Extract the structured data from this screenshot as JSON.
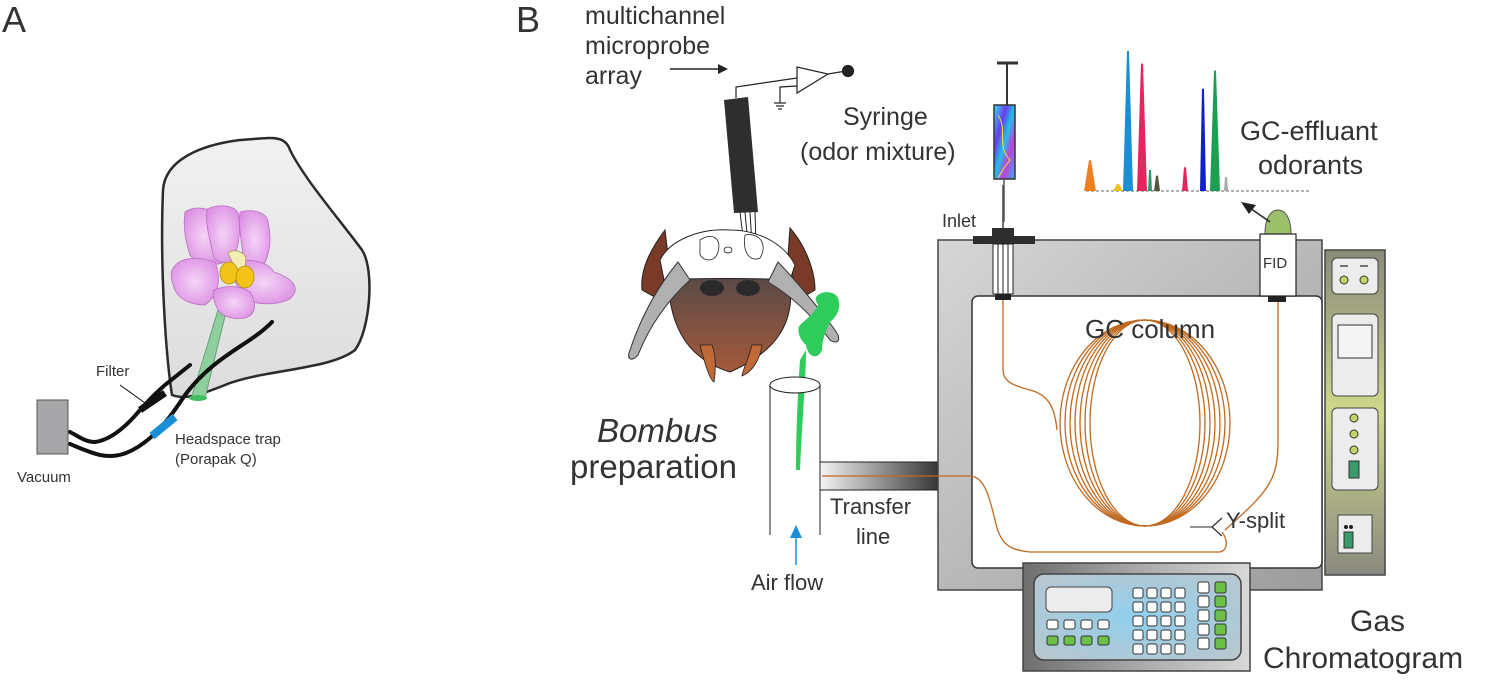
{
  "panel_a": {
    "letter": "A",
    "labels": {
      "filter": "Filter",
      "vacuum": "Vacuum",
      "trap_line1": "Headspace trap",
      "trap_line2": "(Porapak Q)"
    }
  },
  "panel_b": {
    "letter": "B",
    "labels": {
      "probe_line1": "multichannel",
      "probe_line2": "microprobe",
      "probe_line3": "array",
      "syringe_line1": "Syringe",
      "syringe_line2": "(odor mixture)",
      "inlet": "Inlet",
      "fid": "FID",
      "effluent_line1": "GC-effluant",
      "effluent_line2": "odorants",
      "gc_column": "GC column",
      "y_split": "Y-split",
      "bombus_italic": "Bombus",
      "bombus_line2": "preparation",
      "transfer_line1": "Transfer",
      "transfer_line2": "line",
      "air_flow": "Air flow",
      "gc_line1": "Gas",
      "gc_line2": "Chromatogram"
    },
    "colors": {
      "column": "#c06a20",
      "odor_plume": "#2ecc5a",
      "air_arrow": "#1a8fd6",
      "trap": "#1a8fd6",
      "flower": "#e7a6ec",
      "anther": "#f2c418",
      "key_green": "#6cc04a",
      "panel_blue": "#8fd0ee",
      "oven_gray": "#b8b8b8"
    },
    "chromatogram_peaks": [
      {
        "color": "#f07f1e",
        "rel_height": 0.22
      },
      {
        "color": "#f2c418",
        "rel_height": 0.05
      },
      {
        "color": "#1a8fd6",
        "rel_height": 1.0
      },
      {
        "color": "#e6245e",
        "rel_height": 0.91
      },
      {
        "color": "#2e9a6a",
        "rel_height": 0.15
      },
      {
        "color": "#555544",
        "rel_height": 0.11
      },
      {
        "color": "#e6245e",
        "rel_height": 0.17
      },
      {
        "color": "#1020c8",
        "rel_height": 0.73
      },
      {
        "color": "#1aa050",
        "rel_height": 0.86
      },
      {
        "color": "#aaaaaa",
        "rel_height": 0.1
      }
    ]
  }
}
